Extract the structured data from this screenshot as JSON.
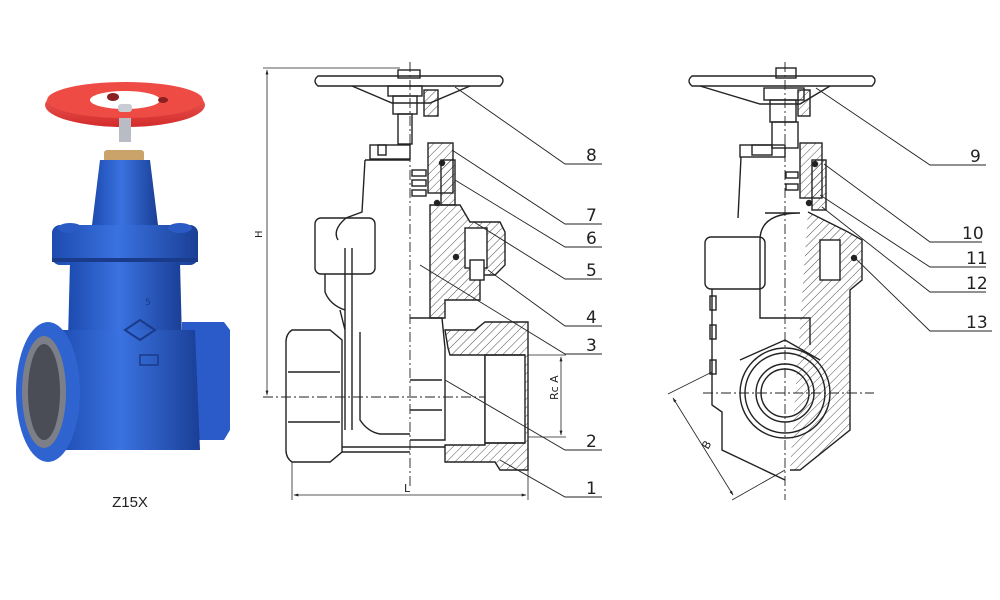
{
  "product": {
    "model": "Z15X",
    "colors": {
      "body": "#2c5fc9",
      "body_dark": "#1b3f9a",
      "handwheel": "#e63a3a",
      "handwheel_dark": "#b82222",
      "stem": "#b8bcc4",
      "gland": "#c9a36a",
      "line": "#222222"
    }
  },
  "front_section": {
    "dimensions": {
      "height_label": "H",
      "length_label": "L",
      "thread_label": "Rc A"
    },
    "callouts": [
      "8",
      "7",
      "6",
      "5",
      "4",
      "3",
      "2",
      "1"
    ]
  },
  "side_section": {
    "dimensions": {
      "width_label": "B"
    },
    "callouts": [
      "9",
      "10",
      "11",
      "12",
      "13"
    ]
  }
}
